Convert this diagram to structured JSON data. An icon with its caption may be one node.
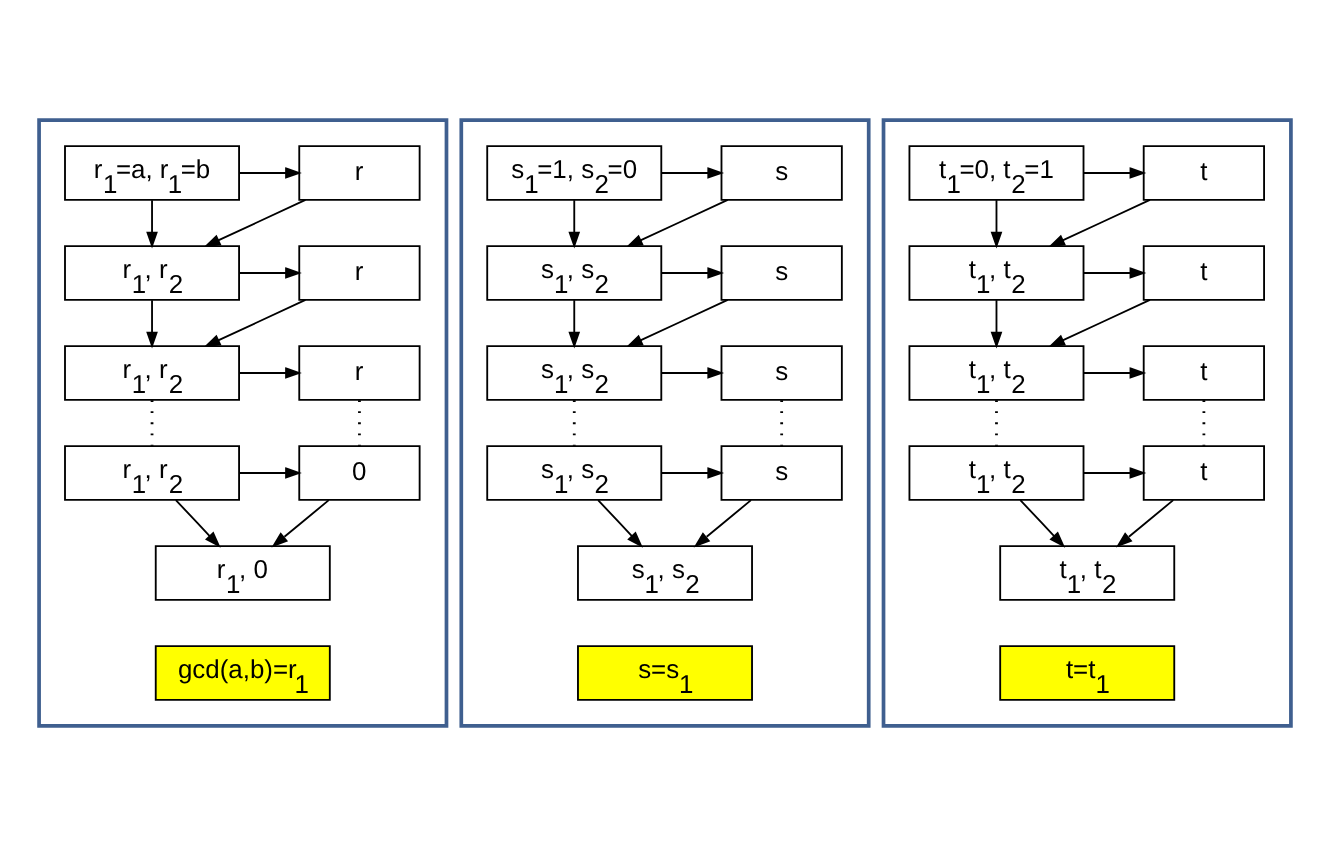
{
  "diagram": {
    "nodes": [
      {
        "text": [],
        "shape": "box"
      },
      {
        "text": [
          "r$_{1}$=a, r$_{1}$=b"
        ],
        "in": 0
      },
      {
        "text": [
          "r"
        ],
        "in": 0
      },
      {
        "text": [
          "r$_{1}$, r$_{2}$"
        ],
        "in": 0
      },
      {
        "text": [
          "r"
        ],
        "in": 0
      },
      {
        "text": [
          "r$_{1}$, r$_{2}$"
        ],
        "in": 0
      },
      {
        "text": [
          "r"
        ],
        "in": 0
      },
      {
        "text": [
          "r$_{1}$, r$_{2}$"
        ],
        "in": 0
      },
      {
        "text": [
          "0"
        ],
        "in": 0
      },
      {
        "text": [
          "r$_{1}$, 0"
        ],
        "in": 0
      },
      {
        "text": [
          "gcd(a,b)=r$_{1}$"
        ],
        "in": 0
      },
      {
        "text": [],
        "shape": "box"
      },
      {
        "text": [
          "s$_{1}$=1, s$_{2}$=0"
        ],
        "in": 11
      },
      {
        "text": [
          "s"
        ],
        "in": 11
      },
      {
        "text": [
          "s$_{1}$, s$_{2}$"
        ],
        "in": 11
      },
      {
        "text": [
          "s"
        ],
        "in": 11
      },
      {
        "text": [
          "s$_{1}$, s$_{2}$"
        ],
        "in": 11
      },
      {
        "text": [
          "s"
        ],
        "in": 11
      },
      {
        "text": [
          "s$_{1}$, s$_{2}$"
        ],
        "in": 11
      },
      {
        "text": [
          "s"
        ],
        "in": 11
      },
      {
        "text": [
          "s$_{1}$, s$_{2}$"
        ],
        "in": 11
      },
      {
        "text": [
          "s=s$_{1}$"
        ],
        "in": 11
      },
      {
        "text": [],
        "shape": "box"
      },
      {
        "text": [
          "t$_{1}$=0, t$_{2}$=1"
        ],
        "in": 22
      },
      {
        "text": [
          "t"
        ],
        "in": 22
      },
      {
        "text": [
          "t$_{1}$, t$_{2}$"
        ],
        "in": 22
      },
      {
        "text": [
          "t"
        ],
        "in": 22
      },
      {
        "text": [
          "t$_{1}$, t$_{2}$"
        ],
        "in": 22
      },
      {
        "text": [
          "t"
        ],
        "in": 22
      },
      {
        "text": [
          "t$_{1}$, t$_{2}$"
        ],
        "in": 22
      },
      {
        "text": [
          "t"
        ],
        "in": 22
      },
      {
        "text": [
          "t$_{1}$, t$_{2}$"
        ],
        "in": 22
      },
      {
        "text": [
          "t=t$_{1}$"
        ],
        "in": 22
      }
    ],
    "edges": [
      {
        "from": 1,
        "to": 2,
        "arrow": "to"
      },
      {
        "from": 1,
        "to": 3,
        "arrow": "to"
      },
      {
        "from": 2,
        "to": 3,
        "arrow": "to"
      },
      {
        "from": 3,
        "to": 4,
        "arrow": "to"
      },
      {
        "from": 3,
        "to": 5,
        "arrow": "to"
      },
      {
        "from": 4,
        "to": 5,
        "arrow": "to"
      },
      {
        "from": 5,
        "to": 6,
        "arrow": "to"
      },
      {
        "from": 5,
        "to": 7,
        "arrow": "none",
        "style": "dashed"
      },
      {
        "from": 6,
        "to": 8,
        "arrow": "none",
        "style": "dashed"
      },
      {
        "from": 7,
        "to": 8,
        "arrow": "to"
      },
      {
        "from": 7,
        "to": 9,
        "arrow": "to"
      },
      {
        "from": 8,
        "to": 9,
        "arrow": "to"
      },
      {
        "from": 12,
        "to": 13,
        "arrow": "to"
      },
      {
        "from": 12,
        "to": 14,
        "arrow": "to"
      },
      {
        "from": 13,
        "to": 14,
        "arrow": "to"
      },
      {
        "from": 14,
        "to": 15,
        "arrow": "to"
      },
      {
        "from": 14,
        "to": 16,
        "arrow": "to"
      },
      {
        "from": 15,
        "to": 16,
        "arrow": "to"
      },
      {
        "from": 16,
        "to": 17,
        "arrow": "to"
      },
      {
        "from": 16,
        "to": 18,
        "arrow": "none",
        "style": "dashed"
      },
      {
        "from": 17,
        "to": 19,
        "arrow": "none",
        "style": "dashed"
      },
      {
        "from": 18,
        "to": 19,
        "arrow": "to"
      },
      {
        "from": 18,
        "to": 20,
        "arrow": "to"
      },
      {
        "from": 19,
        "to": 20,
        "arrow": "to"
      },
      {
        "from": 23,
        "to": 24,
        "arrow": "to"
      },
      {
        "from": 23,
        "to": 25,
        "arrow": "to"
      },
      {
        "from": 24,
        "to": 25,
        "arrow": "to"
      },
      {
        "from": 25,
        "to": 26,
        "arrow": "to"
      },
      {
        "from": 25,
        "to": 27,
        "arrow": "to"
      },
      {
        "from": 26,
        "to": 27,
        "arrow": "to"
      },
      {
        "from": 27,
        "to": 28,
        "arrow": "to"
      },
      {
        "from": 27,
        "to": 29,
        "arrow": "none",
        "style": "dashed"
      },
      {
        "from": 28,
        "to": 30,
        "arrow": "none",
        "style": "dashed"
      },
      {
        "from": 29,
        "to": 30,
        "arrow": "to"
      },
      {
        "from": 29,
        "to": 31,
        "arrow": "to"
      },
      {
        "from": 30,
        "to": 31,
        "arrow": "to"
      }
    ]
  }
}
